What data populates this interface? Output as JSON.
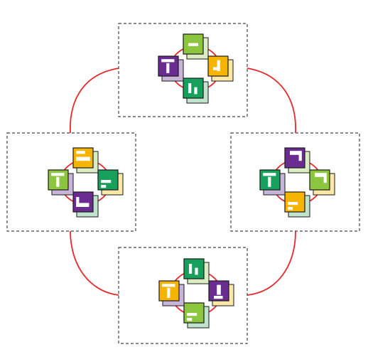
{
  "colors": {
    "link": "#e8282c",
    "frame": "#444444",
    "background": "#ffffff",
    "outline": "#1a1a1a",
    "glyph": "#ffffff",
    "purple": "#6a2c91",
    "purple_light": "#c7b4d8",
    "lime": "#8cc63f",
    "lime_light": "#dcecc3",
    "gold": "#f5b400",
    "gold_light": "#fbe7a6",
    "green": "#17a05b",
    "green_light": "#bfe3cd"
  },
  "clusters": [
    {
      "id": "top",
      "nodes": [
        {
          "pos": "top",
          "front": "lime",
          "back": "lime_light",
          "glyph": "h"
        },
        {
          "pos": "right",
          "front": "gold",
          "back": "gold_light",
          "glyph": "v"
        },
        {
          "pos": "bottom",
          "front": "green",
          "back": "green_light",
          "glyph": "vv"
        },
        {
          "pos": "left",
          "front": "purple",
          "back": "purple_light",
          "glyph": "tl"
        }
      ]
    },
    {
      "id": "left",
      "nodes": [
        {
          "pos": "top",
          "front": "gold",
          "back": "lime_light",
          "glyph": "hh"
        },
        {
          "pos": "right",
          "front": "green",
          "back": "gold_light",
          "glyph": "hb"
        },
        {
          "pos": "bottom",
          "front": "purple",
          "back": "green_light",
          "glyph": "bl"
        },
        {
          "pos": "left",
          "front": "lime",
          "back": "purple_light",
          "glyph": "tl"
        }
      ]
    },
    {
      "id": "right",
      "nodes": [
        {
          "pos": "top",
          "front": "purple",
          "back": "lime_light",
          "glyph": "tr"
        },
        {
          "pos": "right",
          "front": "lime",
          "back": "gold_light",
          "glyph": "tr"
        },
        {
          "pos": "bottom",
          "front": "gold",
          "back": "green_light",
          "glyph": "hb"
        },
        {
          "pos": "left",
          "front": "green",
          "back": "purple_light",
          "glyph": "tl"
        }
      ]
    },
    {
      "id": "bottom",
      "nodes": [
        {
          "pos": "top",
          "front": "green",
          "back": "lime_light",
          "glyph": "vv"
        },
        {
          "pos": "right",
          "front": "purple",
          "back": "gold_light",
          "glyph": "bar"
        },
        {
          "pos": "bottom",
          "front": "lime",
          "back": "green_light",
          "glyph": "hb"
        },
        {
          "pos": "left",
          "front": "gold",
          "back": "purple_light",
          "glyph": "tl"
        }
      ]
    }
  ]
}
